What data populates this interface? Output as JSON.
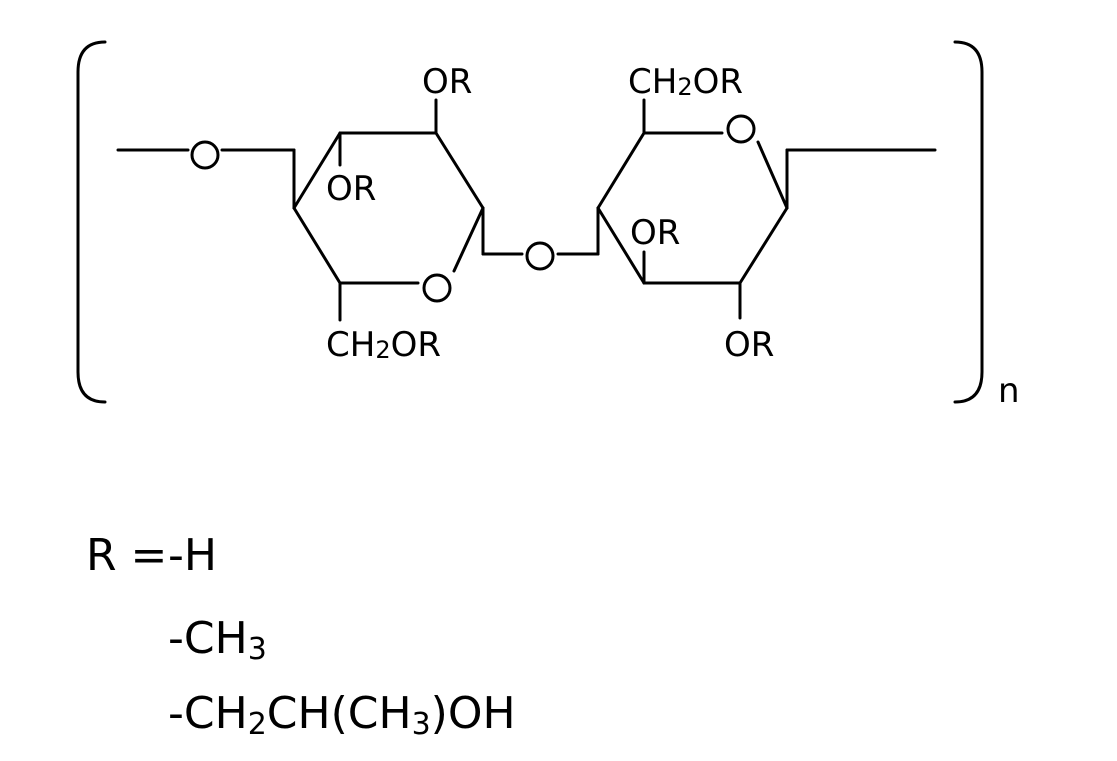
{
  "structure": {
    "ring1": {
      "top_substituent": "OR",
      "inner_substituent": "OR",
      "ring_oxygen": "O",
      "bottom_substituent": {
        "prefix": "CH",
        "subscript": "2",
        "suffix": "OR"
      }
    },
    "ring2": {
      "top_substituent": {
        "prefix": "CH",
        "subscript": "2",
        "suffix": "OR"
      },
      "ring_oxygen": "O",
      "inner_substituent": "OR",
      "bottom_substituent": "OR"
    },
    "left_linker_oxygen": "O",
    "glycosidic_oxygen": "O",
    "repeat_label": "n"
  },
  "legend": {
    "r_label": "R = ",
    "groups": [
      {
        "text": "-H"
      },
      {
        "prefix": "-CH",
        "subscript": "3"
      },
      {
        "prefix": "-CH",
        "sub1": "2",
        "middle": "CH",
        "paren_open": "(",
        "inner": "CH",
        "sub2": "3",
        "paren_close": ")",
        "suffix": "OH"
      }
    ]
  }
}
